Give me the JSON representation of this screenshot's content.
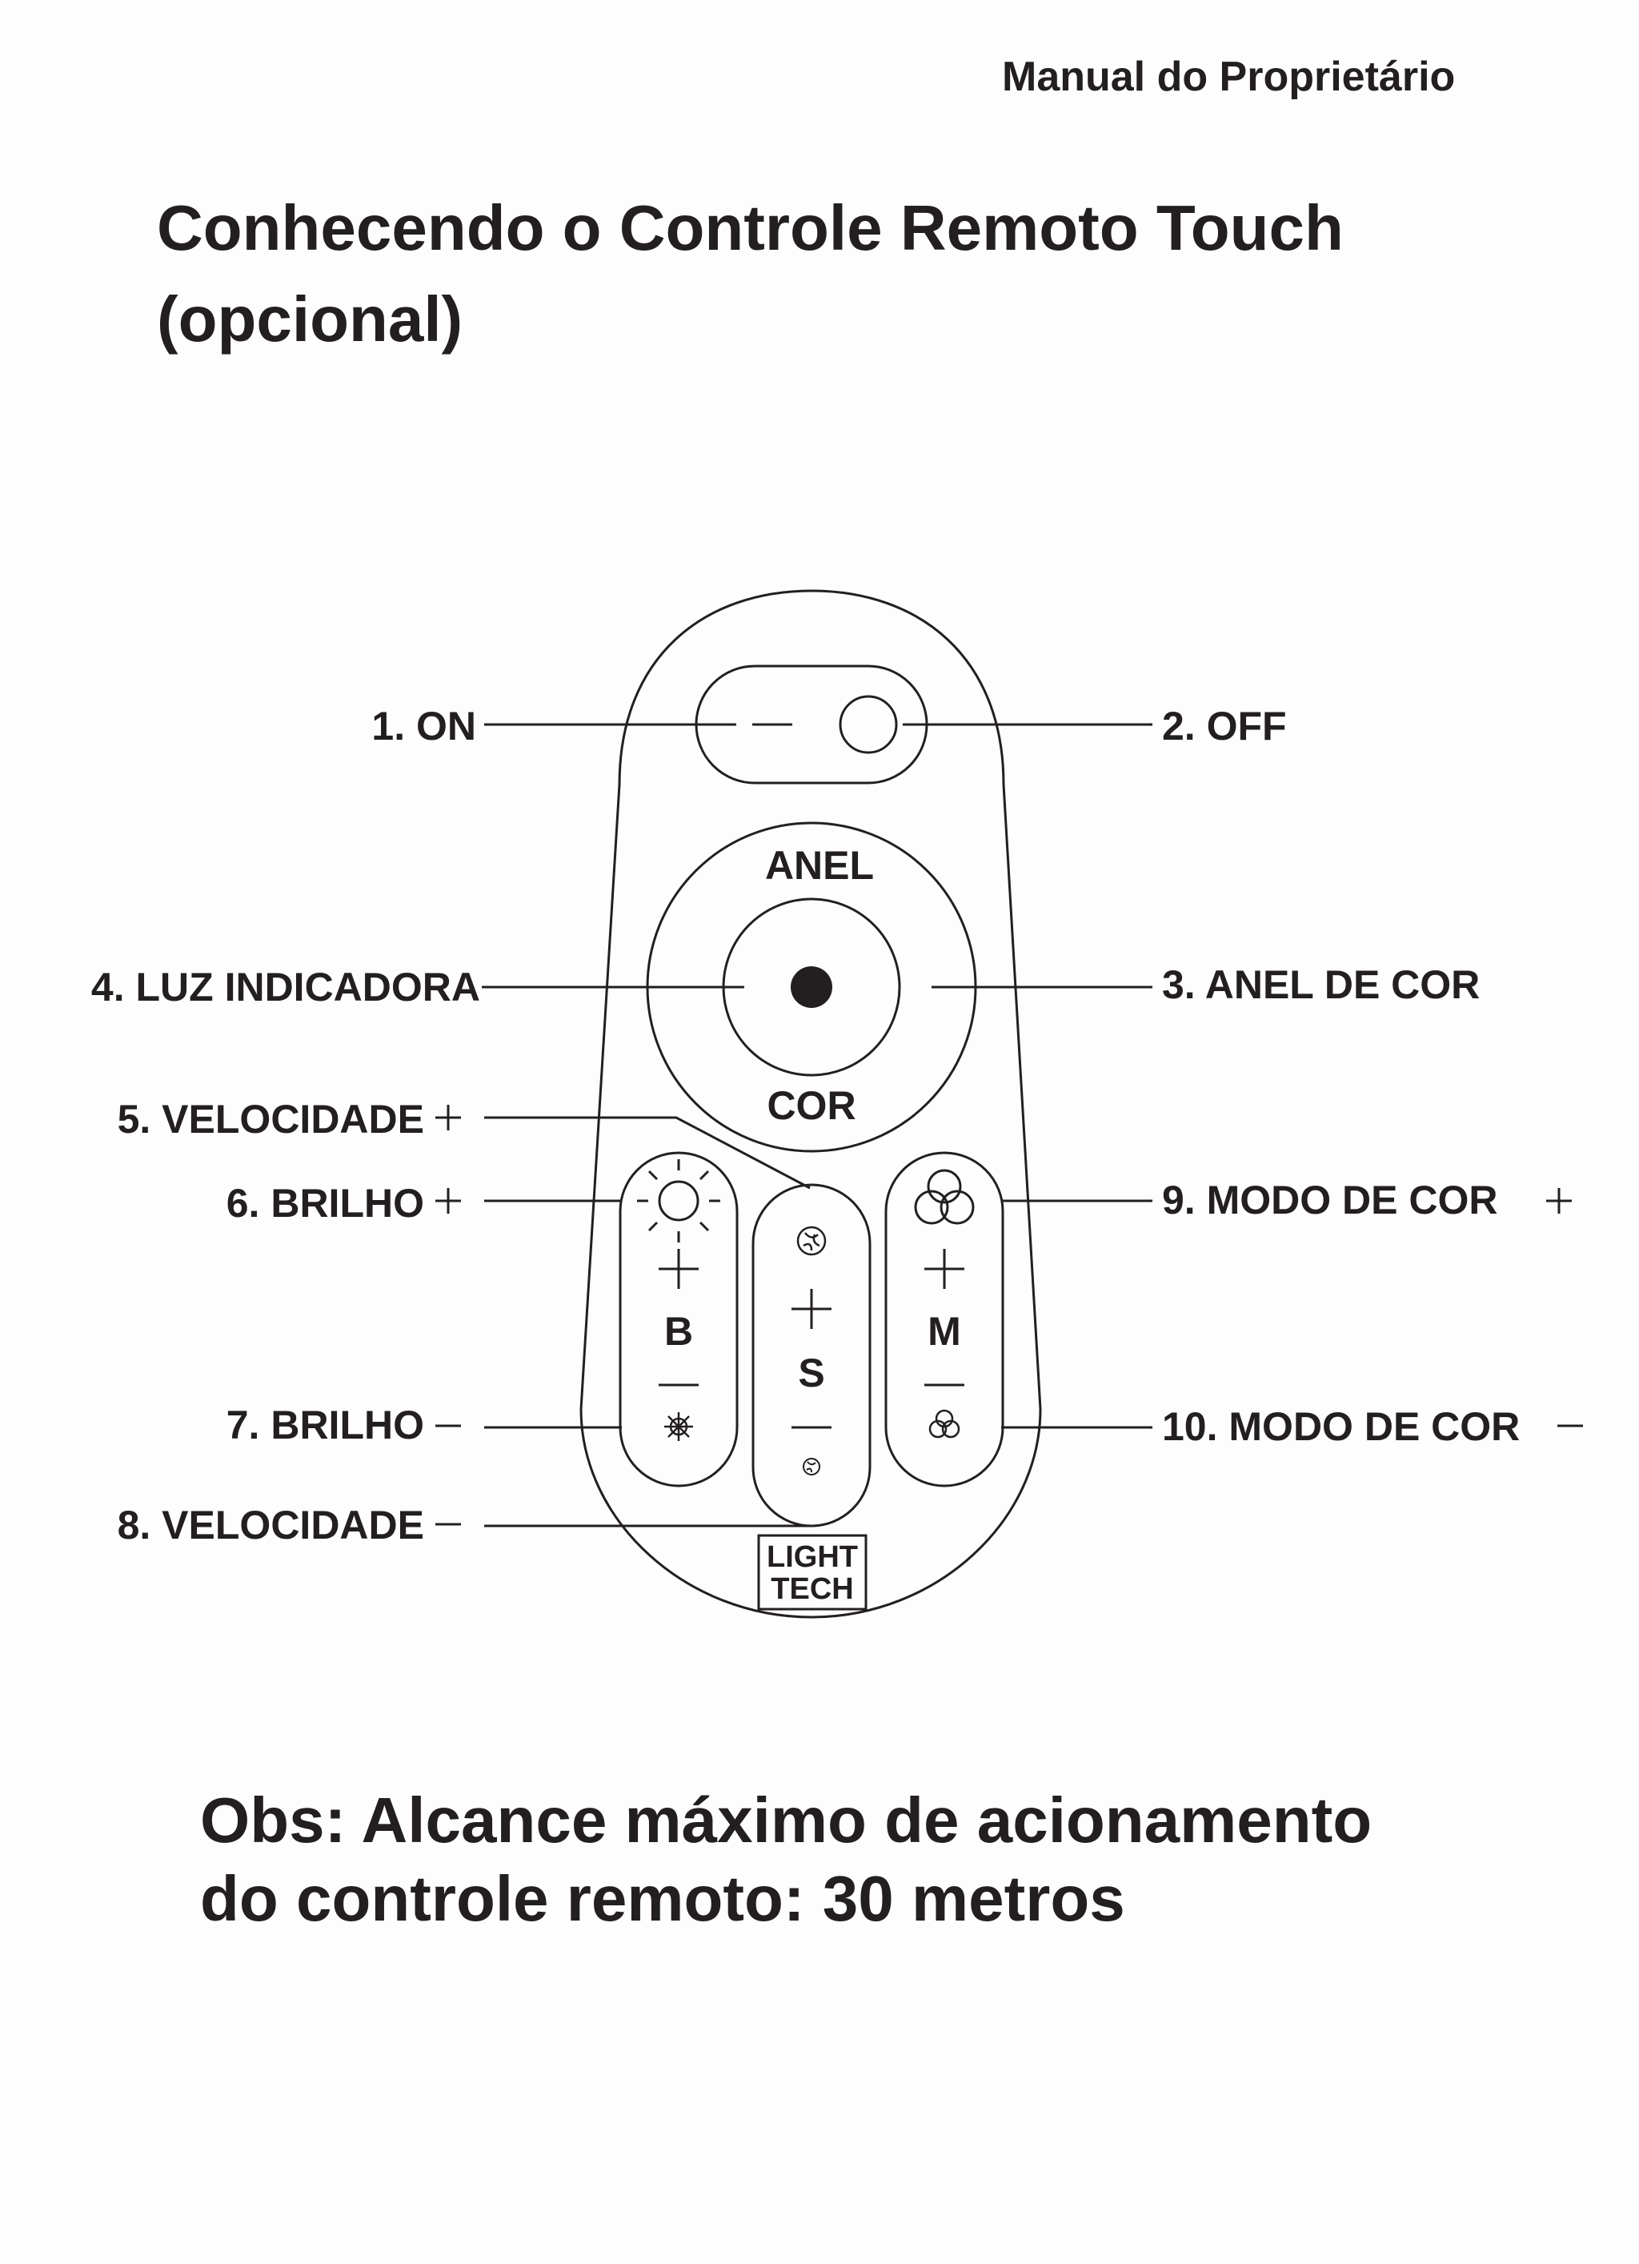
{
  "header": {
    "text": "Manual do Proprietário"
  },
  "title": {
    "line1": "Conhecendo o Controle Remoto Touch",
    "line2": "(opcional)"
  },
  "remote": {
    "ring_top_label": "ANEL",
    "ring_bottom_label": "COR",
    "button_b": "B",
    "button_s": "S",
    "button_m": "M",
    "logo_line1": "LIGHT",
    "logo_line2": "TECH"
  },
  "callouts": {
    "on": "1. ON",
    "off": "2. OFF",
    "anel_de_cor": "3. ANEL DE COR",
    "luz_indicadora": "4. LUZ INDICADORA",
    "velocidade_plus": "5. VELOCIDADE",
    "brilho_plus": "6. BRILHO",
    "brilho_minus": "7. BRILHO",
    "velocidade_minus": "8. VELOCIDADE",
    "modo_cor_plus": "9. MODO DE COR",
    "modo_cor_minus": "10. MODO DE COR"
  },
  "footer": {
    "line1": "Obs: Alcance máximo de acionamento",
    "line2": "do controle remoto: 30 metros"
  }
}
